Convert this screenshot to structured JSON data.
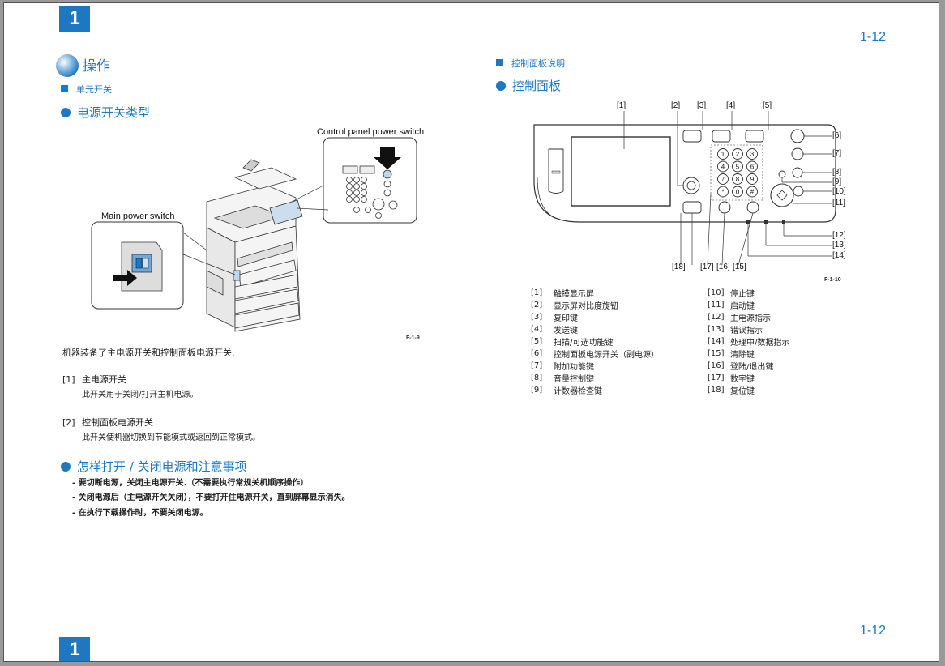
{
  "page": {
    "chapter": "1",
    "page_number": "1-12"
  },
  "left": {
    "title": "操作",
    "subsection": "单元开关",
    "heading": "电源开关类型",
    "fig_labels": {
      "control_panel_switch": "Control panel power switch",
      "main_switch": "Main power switch",
      "fig_id": "F-1-9"
    },
    "intro": "机器装备了主电源开关和控制面板电源开关.",
    "items": [
      {
        "num": "[1]",
        "title": "主电源开关",
        "desc": "此开关用于关闭/打开主机电源。"
      },
      {
        "num": "[2]",
        "title": "控制面板电源开关",
        "desc": "此开关使机器切换到节能模式或返回到正常模式。"
      }
    ],
    "heading2": "怎样打开 / 关闭电源和注意事项",
    "notes": [
      "- 要切断电源，关闭主电源开关.（不需要执行常规关机顺序操作）",
      "- 关闭电源后（主电源开关关闭），不要打开住电源开关，直到屏幕显示消失。",
      "- 在执行下载操作时，不要关闭电源。"
    ]
  },
  "right": {
    "subsection": "控制面板说明",
    "heading": "控制面板",
    "fig_id": "F-1-10",
    "callouts": {
      "top": [
        "[1]",
        "[2]",
        "[3]",
        "[4]",
        "[5]"
      ],
      "side": [
        "[6]",
        "[7]",
        "[8]",
        "[9]",
        "[10]",
        "[11]",
        "[12]",
        "[13]",
        "[14]"
      ],
      "bottom": [
        "[18]",
        "[17]",
        "[16]",
        "[15]"
      ]
    },
    "legend_left": [
      {
        "num": "[1]",
        "label": "触摸显示屏"
      },
      {
        "num": "[2]",
        "label": "显示屏对比度旋钮"
      },
      {
        "num": "[3]",
        "label": "复印键"
      },
      {
        "num": "[4]",
        "label": "发送键"
      },
      {
        "num": "[5]",
        "label": "扫描/可选功能键"
      },
      {
        "num": "[6]",
        "label": "控制面板电源开关（副电源）"
      },
      {
        "num": "[7]",
        "label": "附加功能键"
      },
      {
        "num": "[8]",
        "label": "音量控制键"
      },
      {
        "num": "[9]",
        "label": "计数器检查键"
      }
    ],
    "legend_right": [
      {
        "num": "[10]",
        "label": "停止键"
      },
      {
        "num": "[11]",
        "label": "启动键"
      },
      {
        "num": "[12]",
        "label": "主电源指示"
      },
      {
        "num": "[13]",
        "label": "错误指示"
      },
      {
        "num": "[14]",
        "label": "处理中/数据指示"
      },
      {
        "num": "[15]",
        "label": "清除键"
      },
      {
        "num": "[16]",
        "label": "登陆/退出键"
      },
      {
        "num": "[17]",
        "label": "数字键"
      },
      {
        "num": "[18]",
        "label": "复位键"
      }
    ],
    "keypad": [
      "1",
      "2",
      "3",
      "4",
      "5",
      "6",
      "7",
      "8",
      "9",
      "*",
      "0",
      "#"
    ]
  },
  "colors": {
    "accent": "#1d78c1"
  }
}
